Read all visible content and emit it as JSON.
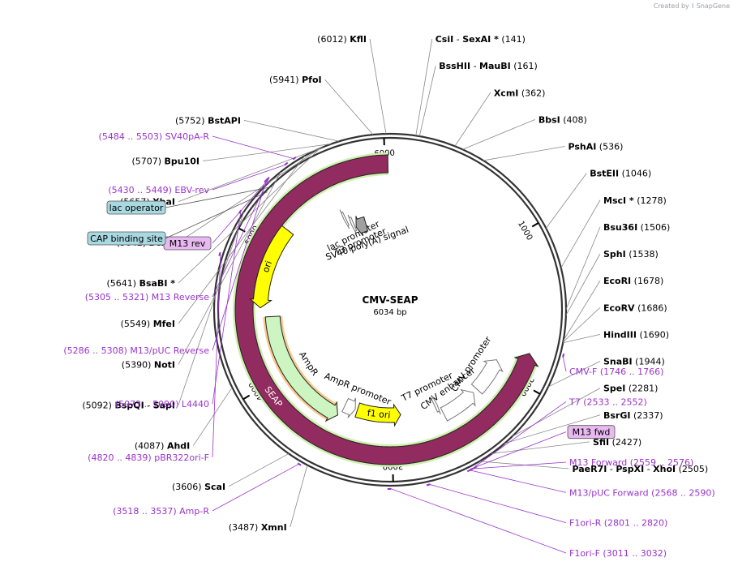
{
  "credit": {
    "prefix": "Created by",
    "brand": "SnapGene"
  },
  "plasmid": {
    "name": "CMV-SEAP",
    "size": 6034,
    "size_label": "6034 bp"
  },
  "ticks": [
    {
      "bp": 1000,
      "label": "1000"
    },
    {
      "bp": 2000,
      "label": "2000"
    },
    {
      "bp": 3000,
      "label": "3000"
    },
    {
      "bp": 4000,
      "label": "4000"
    },
    {
      "bp": 5000,
      "label": "5000"
    },
    {
      "bp": 6000,
      "label": "6000"
    }
  ],
  "features": [
    {
      "name": "SEAP",
      "type": "arc",
      "start": 6020,
      "end": 1800,
      "dir": "ccw",
      "color": "#922b5f",
      "label_inside": true,
      "label_color": "#ffffff",
      "outlined": true
    },
    {
      "name": "CMV promoter",
      "type": "arc",
      "start": 2220,
      "end": 1930,
      "dir": "ccw",
      "color": "#ffffff",
      "label": true
    },
    {
      "name": "CMV enhancer",
      "type": "arc",
      "start": 2560,
      "end": 2260,
      "dir": "ccw",
      "color": "#ffffff",
      "label": true
    },
    {
      "name": "T7 promoter",
      "type": "arc",
      "start": 2600,
      "end": 2575,
      "dir": "ccw",
      "color": "#ffffff",
      "label": true
    },
    {
      "name": "f1 ori",
      "type": "arc",
      "start": 3320,
      "end": 2920,
      "dir": "ccw",
      "color": "#ffff00",
      "label_inside": true,
      "label_color": "#000000"
    },
    {
      "name": "AmpR promoter",
      "type": "arc",
      "start": 3440,
      "end": 3340,
      "dir": "ccw",
      "color": "#ffffff",
      "label": true
    },
    {
      "name": "AmpR",
      "type": "arc",
      "start": 4470,
      "end": 3460,
      "dir": "ccw",
      "color": "#ccf5c2",
      "label": true,
      "outlined": true
    },
    {
      "name": "ori",
      "type": "arc",
      "start": 5160,
      "end": 4540,
      "dir": "ccw",
      "color": "#ffff00",
      "label_inside": true,
      "label_color": "#000000"
    },
    {
      "name": "lac promoter",
      "type": "arc",
      "start": 5600,
      "end": 5580,
      "dir": "ccw",
      "color": "#ffffff",
      "label": true
    },
    {
      "name": "T3 promoter",
      "type": "arc",
      "start": 5650,
      "end": 5625,
      "dir": "ccw",
      "color": "#ffffff",
      "label": true
    },
    {
      "name": "SV40 poly(A) signal",
      "type": "arc",
      "start": 5770,
      "end": 5660,
      "dir": "ccw",
      "color": "#a0a0a0",
      "label": true
    }
  ],
  "enzymes_right": [
    {
      "name": "CsiI",
      "extra": "SexAI *",
      "pos": "(141)",
      "bp": 141
    },
    {
      "name": "BssHII",
      "extra": "MauBI",
      "pos": "(161)",
      "bp": 161
    },
    {
      "name": "XcmI",
      "pos": "(362)",
      "bp": 362
    },
    {
      "name": "BbsI",
      "pos": "(408)",
      "bp": 408
    },
    {
      "name": "PshAI",
      "pos": "(536)",
      "bp": 536
    },
    {
      "name": "BstEII",
      "pos": "(1046)",
      "bp": 1046
    },
    {
      "name": "MscI *",
      "pos": "(1278)",
      "bp": 1278
    },
    {
      "name": "Bsu36I",
      "pos": "(1506)",
      "bp": 1506
    },
    {
      "name": "SphI",
      "pos": "(1538)",
      "bp": 1538
    },
    {
      "name": "EcoRI",
      "pos": "(1678)",
      "bp": 1678
    },
    {
      "name": "EcoRV",
      "pos": "(1686)",
      "bp": 1686
    },
    {
      "name": "HindIII",
      "pos": "(1690)",
      "bp": 1690
    },
    {
      "name": "SnaBI",
      "pos": "(1944)",
      "bp": 1944
    },
    {
      "name": "SpeI",
      "pos": "(2281)",
      "bp": 2281
    },
    {
      "name": "BsrGI",
      "pos": "(2337)",
      "bp": 2337
    },
    {
      "name": "SfiI",
      "pos": "(2427)",
      "bp": 2427
    },
    {
      "name": "PaeR7I",
      "extra": "PspXI",
      "extra2": "XhoI",
      "pos": "(2505)",
      "bp": 2505
    }
  ],
  "enzymes_left": [
    {
      "name": "KflI",
      "pos": "(6012)",
      "bp": 6012
    },
    {
      "name": "PfoI",
      "pos": "(5941)",
      "bp": 5941
    },
    {
      "name": "BstAPI",
      "pos": "(5752)",
      "bp": 5752
    },
    {
      "name": "Bpu10I",
      "pos": "(5707)",
      "bp": 5707
    },
    {
      "name": "XbaI",
      "pos": "(5657)",
      "bp": 5657
    },
    {
      "name": "BclI *",
      "pos": "(5642)",
      "bp": 5642
    },
    {
      "name": "BsaBI *",
      "pos": "(5641)",
      "bp": 5641
    },
    {
      "name": "MfeI",
      "pos": "(5549)",
      "bp": 5549
    },
    {
      "name": "NotI",
      "pos": "(5390)",
      "bp": 5390
    },
    {
      "name": "BspQI",
      "extra": "SapI",
      "pos": "(5092)",
      "bp": 5092
    },
    {
      "name": "AhdI",
      "pos": "(4087)",
      "bp": 4087
    },
    {
      "name": "ScaI",
      "pos": "(3606)",
      "bp": 3606
    },
    {
      "name": "XmnI",
      "pos": "(3487)",
      "bp": 3487
    }
  ],
  "primers_right": [
    {
      "name": "CMV-F",
      "range": "(1746 .. 1766)",
      "bp": 1756
    },
    {
      "name": "T7",
      "range": "(2533 .. 2552)",
      "bp": 2542
    },
    {
      "name": "M13 fwd",
      "boxed": true,
      "bp": 2565
    },
    {
      "name": "M13 Forward",
      "range": "(2559 .. 2576)",
      "bp": 2567
    },
    {
      "name": "M13/pUC Forward",
      "range": "(2568 .. 2590)",
      "bp": 2579
    },
    {
      "name": "F1ori-R",
      "range": "(2801 .. 2820)",
      "bp": 2810
    },
    {
      "name": "F1ori-F",
      "range": "(3011 .. 3032)",
      "bp": 3021
    }
  ],
  "primers_left": [
    {
      "name": "SV40pA-R",
      "range": "(5484 .. 5503)",
      "bp": 5493
    },
    {
      "name": "EBV-rev",
      "range": "(5430 .. 5449)",
      "bp": 5440
    },
    {
      "name": "M13 rev",
      "boxed": true,
      "bp": 5313
    },
    {
      "name": "M13 Reverse",
      "range": "(5305 .. 5321)",
      "bp": 5313
    },
    {
      "name": "M13/pUC Reverse",
      "range": "(5286 .. 5308)",
      "bp": 5297
    },
    {
      "name": "L4440",
      "range": "(5073 .. 5090)",
      "bp": 5081
    },
    {
      "name": "pBR322ori-F",
      "range": "(4820 .. 4839)",
      "bp": 4829
    },
    {
      "name": "Amp-R",
      "range": "(3518 .. 3537)",
      "bp": 3527
    }
  ],
  "binding_sites": [
    {
      "name": "lac operator",
      "bp": 5300
    },
    {
      "name": "CAP binding site",
      "bp": 5260
    }
  ],
  "colors": {
    "backbone": "#333333",
    "primer": "#9933cc",
    "enzyme_line": "#888888",
    "feature_box": "#a8d8e0",
    "primer_box": "#e8b8f0"
  }
}
